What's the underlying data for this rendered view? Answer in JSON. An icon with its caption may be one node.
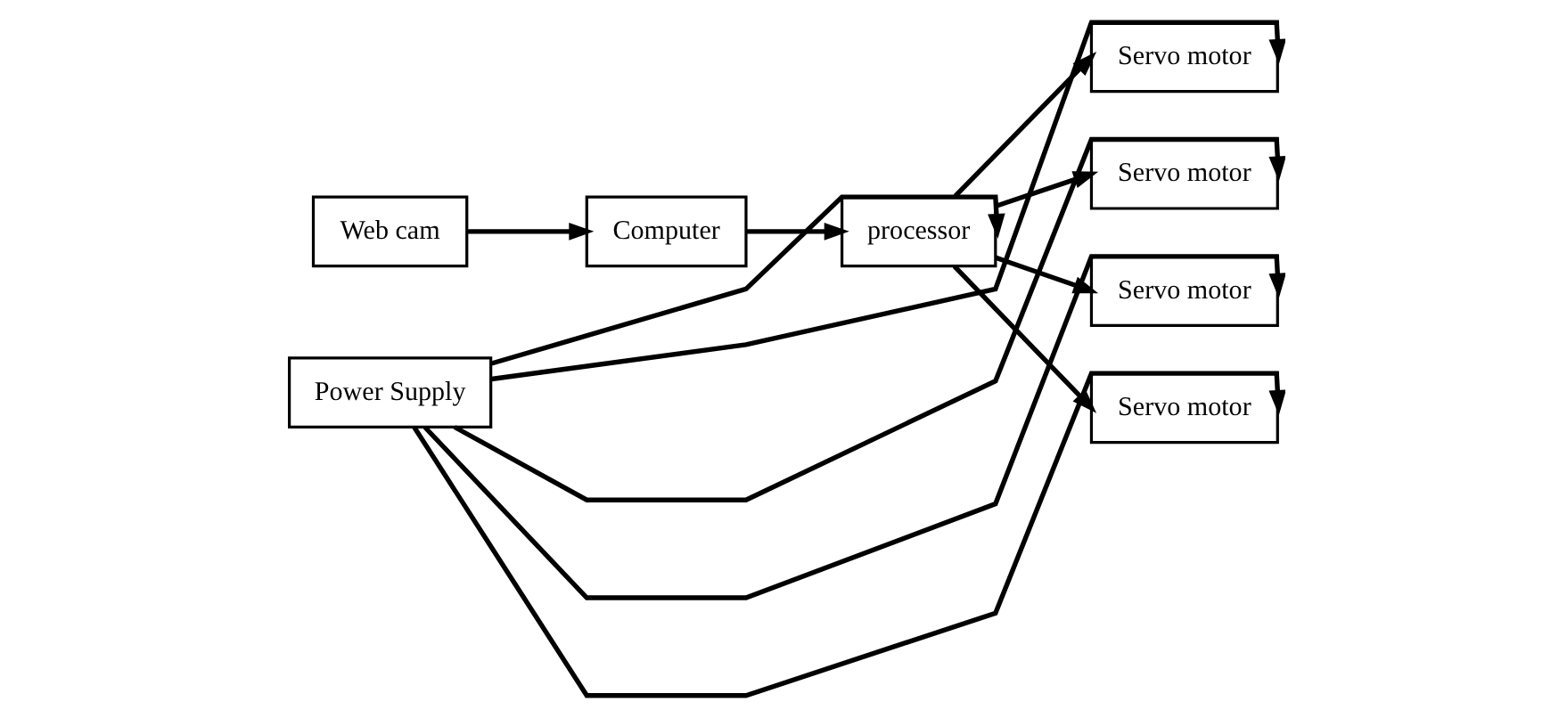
{
  "diagram": {
    "nodes": [
      {
        "text": [
          "Web cam"
        ]
      },
      {
        "text": [
          "Computer"
        ]
      },
      {
        "text": [
          "Power Supply"
        ]
      },
      {
        "text": [
          "processor"
        ]
      },
      {
        "text": [
          "Servo motor"
        ]
      },
      {
        "text": [
          "Servo motor"
        ]
      },
      {
        "text": [
          "Servo motor"
        ]
      },
      {
        "text": [
          "Servo motor"
        ]
      }
    ],
    "edges": [
      {
        "from": 0,
        "to": 1,
        "arrow": "to"
      },
      {
        "from": 1,
        "to": 3,
        "arrow": "to"
      },
      {
        "from": 2,
        "to": 3,
        "arrow": "to"
      },
      {
        "from": 3,
        "to": 4,
        "arrow": "to"
      },
      {
        "from": 3,
        "to": 5,
        "arrow": "to"
      },
      {
        "from": 3,
        "to": 6,
        "arrow": "to"
      },
      {
        "from": 3,
        "to": 7,
        "arrow": "to"
      },
      {
        "from": 2,
        "to": 4,
        "arrow": "to"
      },
      {
        "from": 2,
        "to": 5,
        "arrow": "to"
      },
      {
        "from": 2,
        "to": 6,
        "arrow": "to"
      },
      {
        "from": 2,
        "to": 7,
        "arrow": "to"
      }
    ]
  }
}
